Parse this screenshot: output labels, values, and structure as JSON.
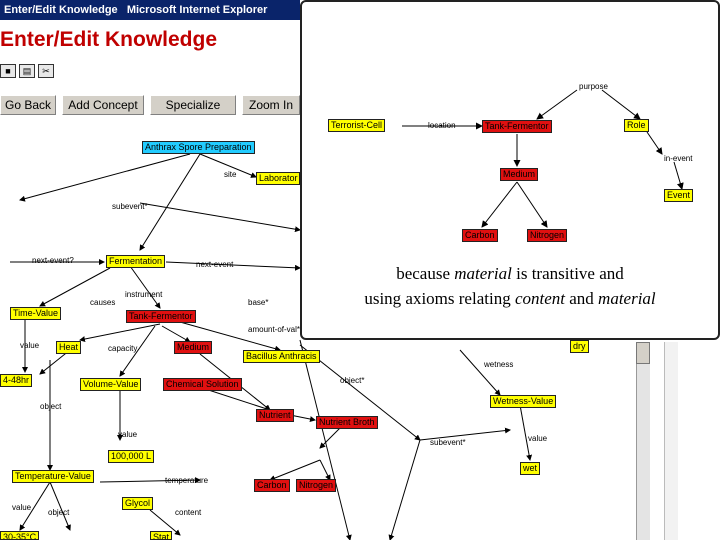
{
  "window": {
    "title": "Enter/Edit Knowledge   Microsoft Internet Explorer"
  },
  "page": {
    "heading": "Enter/Edit Knowledge"
  },
  "toolbar": {
    "icons": [
      "save-icon",
      "print-icon",
      "cut-icon"
    ],
    "buttons": {
      "go_back": "Go Back",
      "add_concept": "Add Concept",
      "specialize": "Specialize",
      "zoom_in": "Zoom In"
    }
  },
  "graph": {
    "nodes": {
      "anthrax": "Anthrax Spore Preparation",
      "laboratory": "Laborator",
      "fermentation": "Fermentation",
      "time_value": "Time-Value",
      "tank_fermentor": "Tank-Fermentor",
      "heat": "Heat",
      "medium": "Medium",
      "bacillus": "Bacillus Anthracis",
      "four_hr": "4-48hr",
      "volume_value": "Volume-Value",
      "chemical_solution": "Chemical Solution",
      "nutrient": "Nutrient",
      "nutrient_broth": "Nutrient Broth",
      "vol_100000": "100,000 L",
      "temperature_value": "Temperature-Value",
      "glycol": "Glycol",
      "carbon2": "Carbon",
      "nitrogen2": "Nitrogen",
      "dry": "dry",
      "wetness_value": "Wetness-Value",
      "wet": "wet",
      "temp_val": "30-35°C",
      "stat": "Stat"
    },
    "relations": {
      "site": "site",
      "subevent": "subevent*",
      "next_event_q": "next-event?",
      "next_event": "next-event",
      "instrument": "instrument",
      "causes": "causes",
      "base": "base*",
      "value1": "value",
      "capacity": "capacity",
      "amount": "amount-of-val*",
      "object1": "object*",
      "wetness": "wetness",
      "object2": "object",
      "value2": "value",
      "subevent2": "subevent*",
      "temperature": "temperature",
      "content": "content",
      "value3": "value",
      "object3": "object",
      "value4": "value"
    }
  },
  "zoom": {
    "nodes": {
      "terrorist_cell": "Terrorist-Cell",
      "tank_fermentor": "Tank-Fermentor",
      "role": "Role",
      "medium": "Medium",
      "event": "Event",
      "carbon": "Carbon",
      "nitrogen": "Nitrogen"
    },
    "relations": {
      "purpose": "purpose",
      "location": "location",
      "in_event": "in-event"
    },
    "caption": {
      "p1": "because ",
      "em1": "material",
      "p2": " is transitive and",
      "p3": "using axioms relating ",
      "em2": "content",
      "p4": " and ",
      "em3": "material"
    }
  }
}
